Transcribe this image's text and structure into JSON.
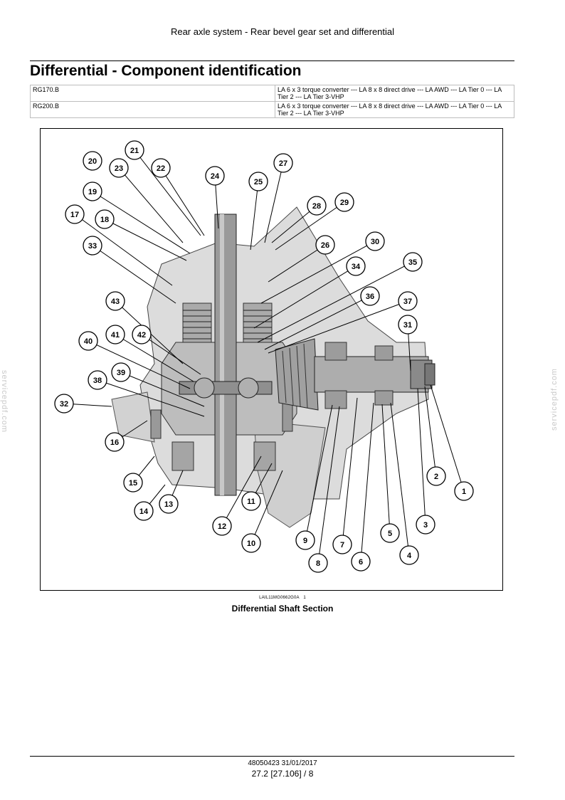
{
  "header": {
    "text": "Rear axle system - Rear bevel gear set and differential"
  },
  "title": "Differential - Component identification",
  "applicability": [
    {
      "model": "RG170.B",
      "config": "LA 6 x 3 torque converter --- LA 8 x 8 direct drive --- LA AWD --- LA Tier 0 --- LA Tier 2 --- LA Tier 3-VHP"
    },
    {
      "model": "RG200.B",
      "config": "LA 6 x 3 torque converter --- LA 8 x 8 direct drive --- LA AWD --- LA Tier 0 --- LA Tier 2 --- LA Tier 3-VHP"
    }
  ],
  "figure": {
    "code": "LAIL11MG0662G0A",
    "number": "1",
    "caption": "Differential Shaft Section",
    "callouts": [
      "1",
      "2",
      "3",
      "4",
      "5",
      "6",
      "7",
      "8",
      "9",
      "10",
      "11",
      "12",
      "13",
      "14",
      "15",
      "16",
      "17",
      "18",
      "19",
      "20",
      "21",
      "22",
      "23",
      "24",
      "25",
      "26",
      "27",
      "28",
      "29",
      "30",
      "31",
      "32",
      "33",
      "34",
      "35",
      "36",
      "37",
      "38",
      "39",
      "40",
      "41",
      "42",
      "43"
    ]
  },
  "footer": {
    "doc": "48050423 31/01/2017",
    "page": "27.2 [27.106] / 8"
  },
  "watermark": "servicepdf.com"
}
